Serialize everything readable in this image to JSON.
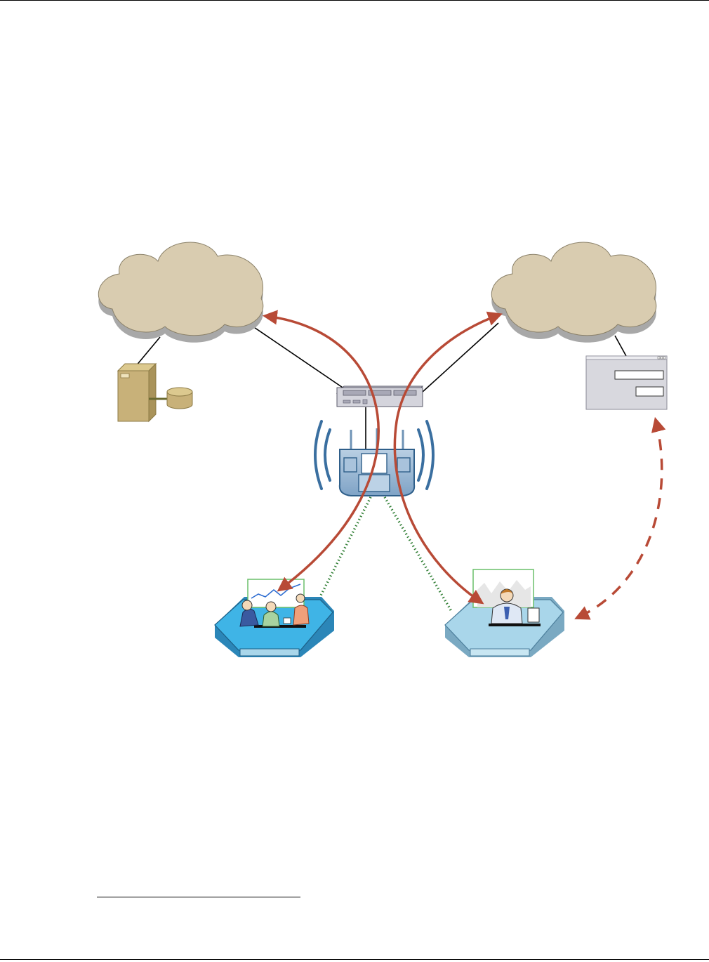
{
  "page": {
    "background": "#ffffff"
  },
  "diagram": {
    "nodes": [
      {
        "id": "cloud-left",
        "icon": "cloud-icon"
      },
      {
        "id": "cloud-right",
        "icon": "cloud-icon"
      },
      {
        "id": "server",
        "icon": "server-tower-icon"
      },
      {
        "id": "database",
        "icon": "database-icon"
      },
      {
        "id": "switch",
        "icon": "network-switch-icon"
      },
      {
        "id": "access-point",
        "icon": "wireless-access-point-icon"
      },
      {
        "id": "app-window",
        "icon": "application-window-icon"
      },
      {
        "id": "client-group",
        "icon": "meeting-group-client-icon"
      },
      {
        "id": "client-single",
        "icon": "single-user-client-icon"
      }
    ],
    "connections": [
      {
        "from": "cloud-left",
        "to": "server",
        "style": "solid"
      },
      {
        "from": "cloud-left",
        "to": "switch",
        "style": "solid"
      },
      {
        "from": "cloud-right",
        "to": "switch",
        "style": "solid"
      },
      {
        "from": "cloud-right",
        "to": "app-window",
        "style": "solid"
      },
      {
        "from": "server",
        "to": "database",
        "style": "solid"
      },
      {
        "from": "switch",
        "to": "access-point",
        "style": "solid"
      },
      {
        "from": "access-point",
        "to": "client-group",
        "style": "wireless"
      },
      {
        "from": "access-point",
        "to": "client-single",
        "style": "wireless"
      }
    ],
    "flows": [
      {
        "from": "client-group",
        "to": "cloud-left",
        "style": "solid-arrow"
      },
      {
        "from": "client-single",
        "to": "cloud-right",
        "style": "solid-arrow"
      },
      {
        "from": "app-window",
        "to": "client-single",
        "style": "dashed-double-arrow"
      }
    ]
  },
  "colors": {
    "cloud_fill": "#d9ccb0",
    "cloud_shadow": "#a3a3a3",
    "server_fill": "#c8b179",
    "flow_arrow": "#b84a36",
    "wireless_link": "#2e7d32",
    "radio_wave": "#3a6fa0",
    "access_point_fill": "#93b4d3",
    "platform_dark": "#3fb4e6",
    "platform_light": "#a9d6ea",
    "window_fill": "#d8d8de"
  }
}
